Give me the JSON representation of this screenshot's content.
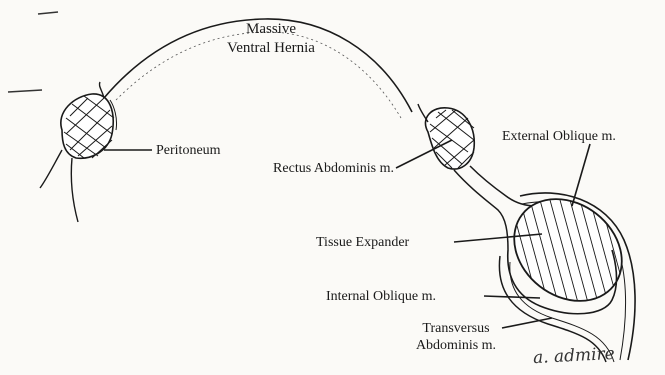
{
  "title": {
    "line1": "Massive",
    "line2": "Ventral Hernia"
  },
  "labels": {
    "peritoneum": "Peritoneum",
    "rectus_abdominis": "Rectus Abdominis m.",
    "external_oblique": "External Oblique m.",
    "tissue_expander": "Tissue Expander",
    "internal_oblique": "Internal Oblique m.",
    "transversus_line1": "Transversus",
    "transversus_line2": "Abdominis m."
  },
  "signature": "a. admire",
  "colors": {
    "paper": "#fbfaf7",
    "ink": "#1a1a1a"
  }
}
